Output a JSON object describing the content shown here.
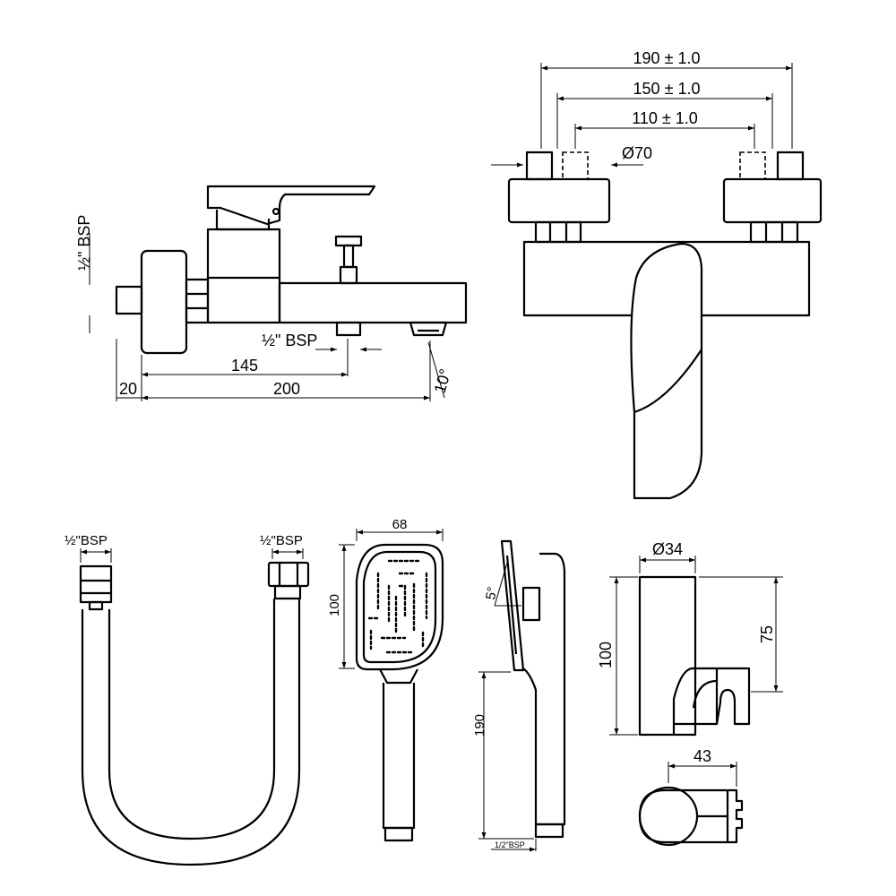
{
  "title": "",
  "labels": {
    "bsp_left": "½\" BSP",
    "bsp_spout": "½\" BSP",
    "dim_145": "145",
    "dim_20": "20",
    "dim_200": "200",
    "angle_10": "10°",
    "dim_190_tol": "190 ± 1.0",
    "dim_150_tol": "150 ± 1.0",
    "dim_110_tol": "110 ± 1.0",
    "dia_70": "Ø70",
    "hose_bsp_left": "½\"BSP",
    "hose_bsp_right": "½\"BSP",
    "head_68": "68",
    "head_100": "100",
    "angle_5": "5°",
    "handle_190": "190",
    "handle_bsp": "1/2\"BSP",
    "dia_34": "Ø34",
    "holder_100": "100",
    "holder_75": "75",
    "holder_43": "43"
  }
}
